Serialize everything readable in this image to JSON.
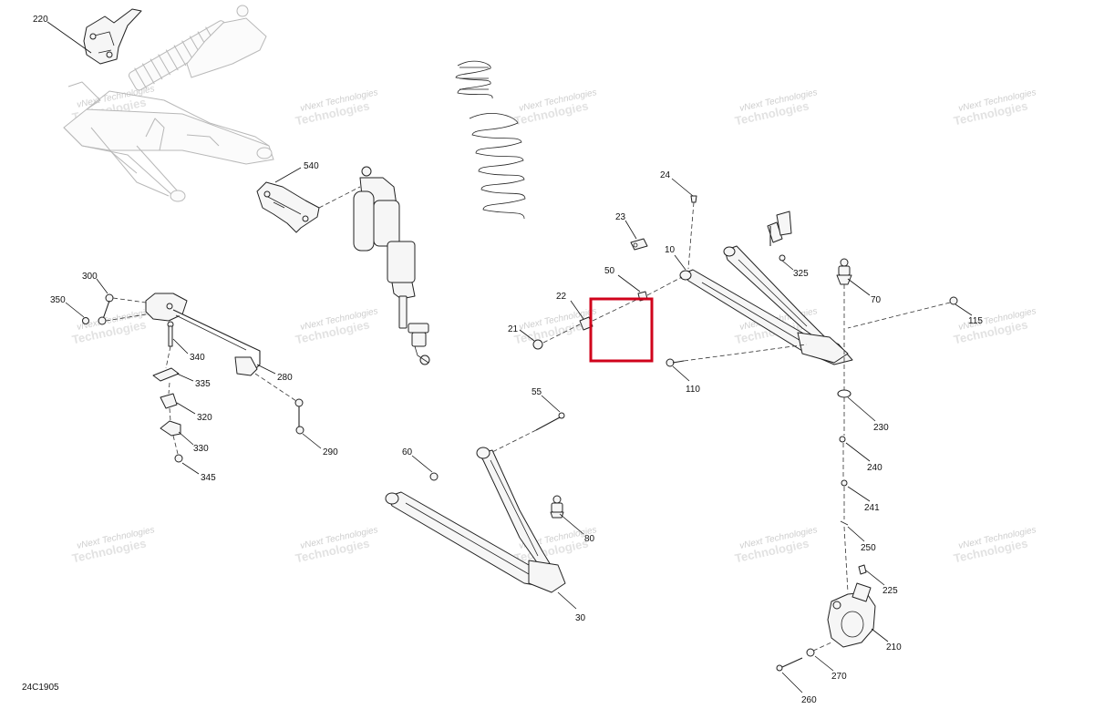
{
  "diagram_code": "24C1905",
  "watermark": {
    "line1": "vNext Technologies",
    "line2": "Technologies"
  },
  "callouts": [
    {
      "label": "220"
    },
    {
      "label": "540"
    },
    {
      "label": "300"
    },
    {
      "label": "350"
    },
    {
      "label": "340"
    },
    {
      "label": "335"
    },
    {
      "label": "320"
    },
    {
      "label": "330"
    },
    {
      "label": "345"
    },
    {
      "label": "280"
    },
    {
      "label": "290"
    },
    {
      "label": "24"
    },
    {
      "label": "23"
    },
    {
      "label": "10"
    },
    {
      "label": "325"
    },
    {
      "label": "50"
    },
    {
      "label": "22"
    },
    {
      "label": "21"
    },
    {
      "label": "70"
    },
    {
      "label": "115"
    },
    {
      "label": "110"
    },
    {
      "label": "55"
    },
    {
      "label": "60"
    },
    {
      "label": "80"
    },
    {
      "label": "30"
    },
    {
      "label": "230"
    },
    {
      "label": "240"
    },
    {
      "label": "241"
    },
    {
      "label": "250"
    },
    {
      "label": "225"
    },
    {
      "label": "210"
    },
    {
      "label": "270"
    },
    {
      "label": "260"
    }
  ],
  "colors": {
    "highlight": "#d0021b",
    "line": "#111111",
    "ghost": "#b8b8b8"
  }
}
